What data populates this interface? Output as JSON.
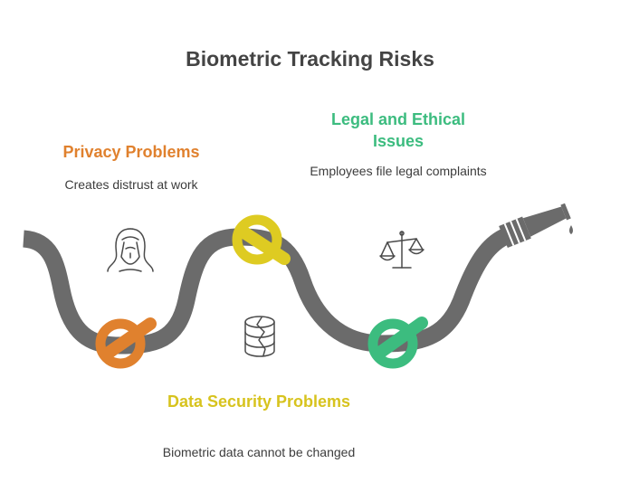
{
  "title": "Biometric Tracking Risks",
  "items": [
    {
      "heading": "Privacy Problems",
      "description": "Creates distrust at work",
      "icon": "hooded-person-icon",
      "color": "#E0812E"
    },
    {
      "heading": "Data Security Problems",
      "description": "Biometric data cannot be changed",
      "icon": "broken-database-icon",
      "color": "#D7C31E"
    },
    {
      "heading": "Legal and Ethical Issues",
      "description": "Employees file legal complaints",
      "icon": "scales-icon",
      "color": "#3CBC7F"
    }
  ],
  "colors": {
    "hose": "#6b6b6b",
    "icon_stroke": "#4a4a4a",
    "title": "#444444"
  }
}
